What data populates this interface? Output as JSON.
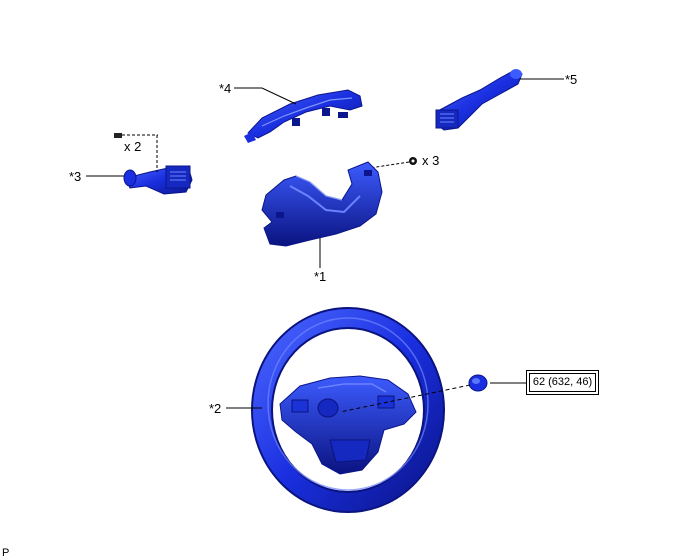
{
  "labels": {
    "part1": "*1",
    "part2": "*2",
    "part3": "*3",
    "part4": "*4",
    "part5": "*5",
    "qty_screw": "x 2",
    "qty_clip": "x 3",
    "corner": "P"
  },
  "torque": {
    "value": "62 (632, 46)"
  },
  "colors": {
    "part": "#1a2fe0",
    "part_dark": "#0b168c",
    "part_light": "#3d5cff",
    "line": "#000000"
  }
}
